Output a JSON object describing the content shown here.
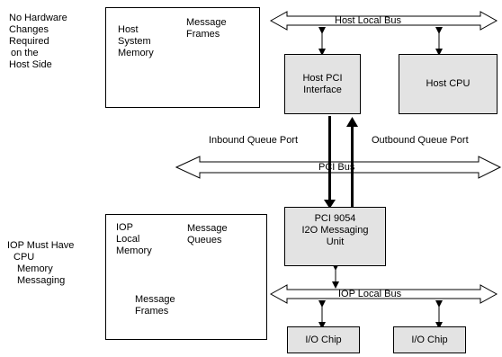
{
  "notes": {
    "host_side": [
      "No Hardware",
      "Changes",
      "Required",
      "on the",
      "Host Side"
    ],
    "iop_side": [
      "IOP Must Have",
      "CPU",
      "Memory",
      "Messaging"
    ]
  },
  "host_memory": {
    "title": [
      "Host",
      "System",
      "Memory"
    ],
    "frames_label": [
      "Message",
      "Frames"
    ]
  },
  "iop_memory": {
    "title": [
      "IOP",
      "Local",
      "Memory"
    ],
    "queues_label": [
      "Message",
      "Queues"
    ],
    "frames_label": [
      "Message",
      "Frames"
    ]
  },
  "buses": {
    "host_local": "Host Local Bus",
    "pci": "PCI Bus",
    "iop_local": "IOP Local Bus"
  },
  "blocks": {
    "host_pci": [
      "Host PCI",
      "Interface"
    ],
    "host_cpu": "Host CPU",
    "pci9054": [
      "PCI 9054",
      "I2O Messaging",
      "Unit"
    ],
    "io_chip_1": "I/O Chip",
    "io_chip_2": "I/O Chip"
  },
  "ports": {
    "inbound": "Inbound Queue Port",
    "outbound": "Outbound Queue Port"
  }
}
